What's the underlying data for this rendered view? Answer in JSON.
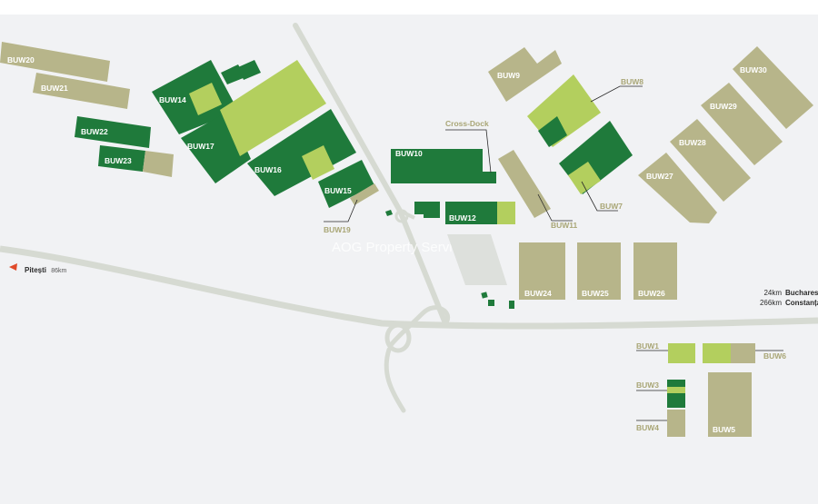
{
  "map": {
    "colors": {
      "background": "#f1f2f4",
      "road": "#d6dad2",
      "dark_green": "#1f7a3b",
      "light_green": "#b3cf5e",
      "khaki": "#b7b58a",
      "paved_area": "#dde0dc",
      "khaki_text": "#a9a676",
      "dark_text": "#2a2a2a",
      "arrow": "#e04a2a"
    },
    "watermark": "AOG Property Services",
    "buildings": {
      "buw1": "BUW1",
      "buw3": "BUW3",
      "buw4": "BUW4",
      "buw5": "BUW5",
      "buw6": "BUW6",
      "buw7": "BUW7",
      "buw8": "BUW8",
      "buw9": "BUW9",
      "buw10": "BUW10",
      "buw11": "BUW11",
      "buw12": "BUW12",
      "buw14": "BUW14",
      "buw15": "BUW15",
      "buw16": "BUW16",
      "buw17": "BUW17",
      "buw19": "BUW19",
      "buw20": "BUW20",
      "buw21": "BUW21",
      "buw22": "BUW22",
      "buw23": "BUW23",
      "buw24": "BUW24",
      "buw25": "BUW25",
      "buw26": "BUW26",
      "buw27": "BUW27",
      "buw28": "BUW28",
      "buw29": "BUW29",
      "buw30": "BUW30",
      "cross_dock": "Cross-Dock"
    },
    "directions": {
      "pitesti": {
        "name": "Pitești",
        "distance": "86km"
      },
      "bucharest": {
        "distance": "24km",
        "name": "Bucharest"
      },
      "constanta": {
        "distance": "266km",
        "name": "Constanța"
      }
    }
  }
}
